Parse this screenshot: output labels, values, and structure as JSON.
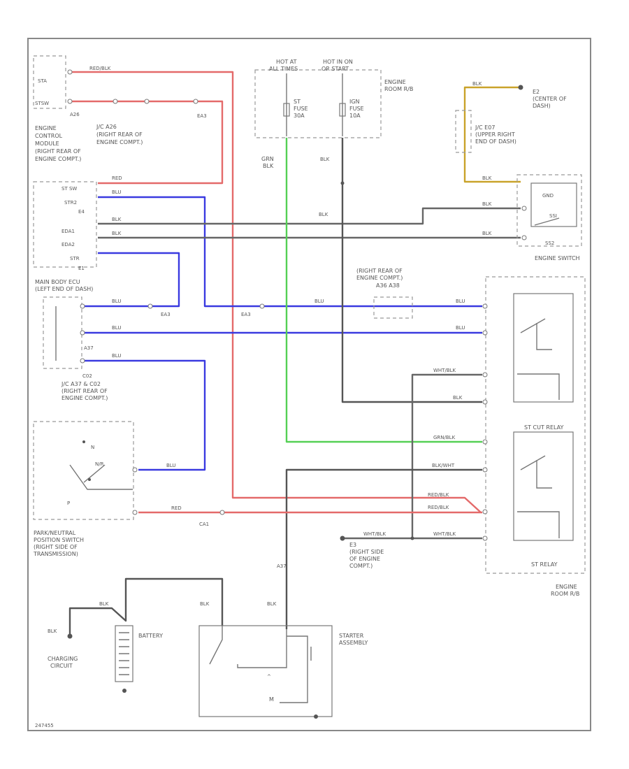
{
  "labels": {
    "ecm_pin_sta": "STA",
    "ecm_pin_stsw": "STSW",
    "ecm_pin_stsw2": "ST SW",
    "ecm_pin_str2": "STR2",
    "ecm_pin_e4": "E4",
    "ecm_pin_eda1": "EDA1",
    "ecm_pin_eda2": "EDA2",
    "ecm_pin_str": "STR",
    "ecm_pin_e1": "E1",
    "ecm_name": "ENGINE CONTROL MODULE (RIGHT REAR OF ENGINE COMPT.)",
    "jc_a26": "J/C A26 (RIGHT REAR OF ENGINE COMPT.)",
    "conn_a26": "A26",
    "conn_ea3_top": "EA3",
    "wire_red_blk": "RED/BLK",
    "wire_red": "RED",
    "wire_blu": "BLU",
    "wire_blk": "BLK",
    "wire_grn_blk": "GRN BLK",
    "fuse_hot_at": "HOT AT ALL TIMES",
    "fuse_hot_on": "HOT IN ON OR START",
    "fuse_st": "ST FUSE 30A",
    "fuse_ign": "IGN FUSE 10A",
    "engine_room_rb_top": "ENGINE ROOM R/B",
    "ground_e2": "E2 (CENTER OF DASH)",
    "jc_e07": "J/C E07 (UPPER RIGHT END OF DASH)",
    "conn_e07": "E07",
    "switch_gnd": "GND",
    "switch_ssi": "SSI",
    "switch_ss2": "SS2",
    "engine_switch": "ENGINE SWITCH",
    "main_body_ecu": "MAIN BODY ECU (LEFT END OF DASH)",
    "conn_a37": "A37",
    "conn_c02": "C02",
    "jc_a37_c02": "J/C A37 & C02 (RIGHT REAR OF ENGINE COMPT.)",
    "conn_ea3_mid1": "EA3",
    "conn_ea3_mid2": "EA3",
    "ecm_rear_splice": "(RIGHT REAR OF ENGINE COMPT.) A36 A38",
    "wire_wht_blk": "WHT/BLK",
    "wire_grn_blk2": "GRN/BLK",
    "wire_blk_wht": "BLK/WHT",
    "wire_red_blk2": "RED/BLK",
    "st_cut_relay": "ST CUT RELAY",
    "st_relay": "ST RELAY",
    "engine_room_rb_bottom": "ENGINE ROOM R/B",
    "park_switch": "PARK/NEUTRAL POSITION SWITCH (RIGHT SIDE OF TRANSMISSION)",
    "pn_p": "P",
    "pn_nr": "N/R",
    "conn_ca1": "CA1",
    "ground_e3": "E3 (RIGHT SIDE OF ENGINE COMPT.)",
    "conn_a37_bottom": "A37",
    "battery": "BATTERY",
    "charging_circuit": "CHARGING CIRCUIT",
    "starter_assembly": "STARTER ASSEMBLY",
    "starter_m": "M",
    "figure_code": "247455"
  }
}
